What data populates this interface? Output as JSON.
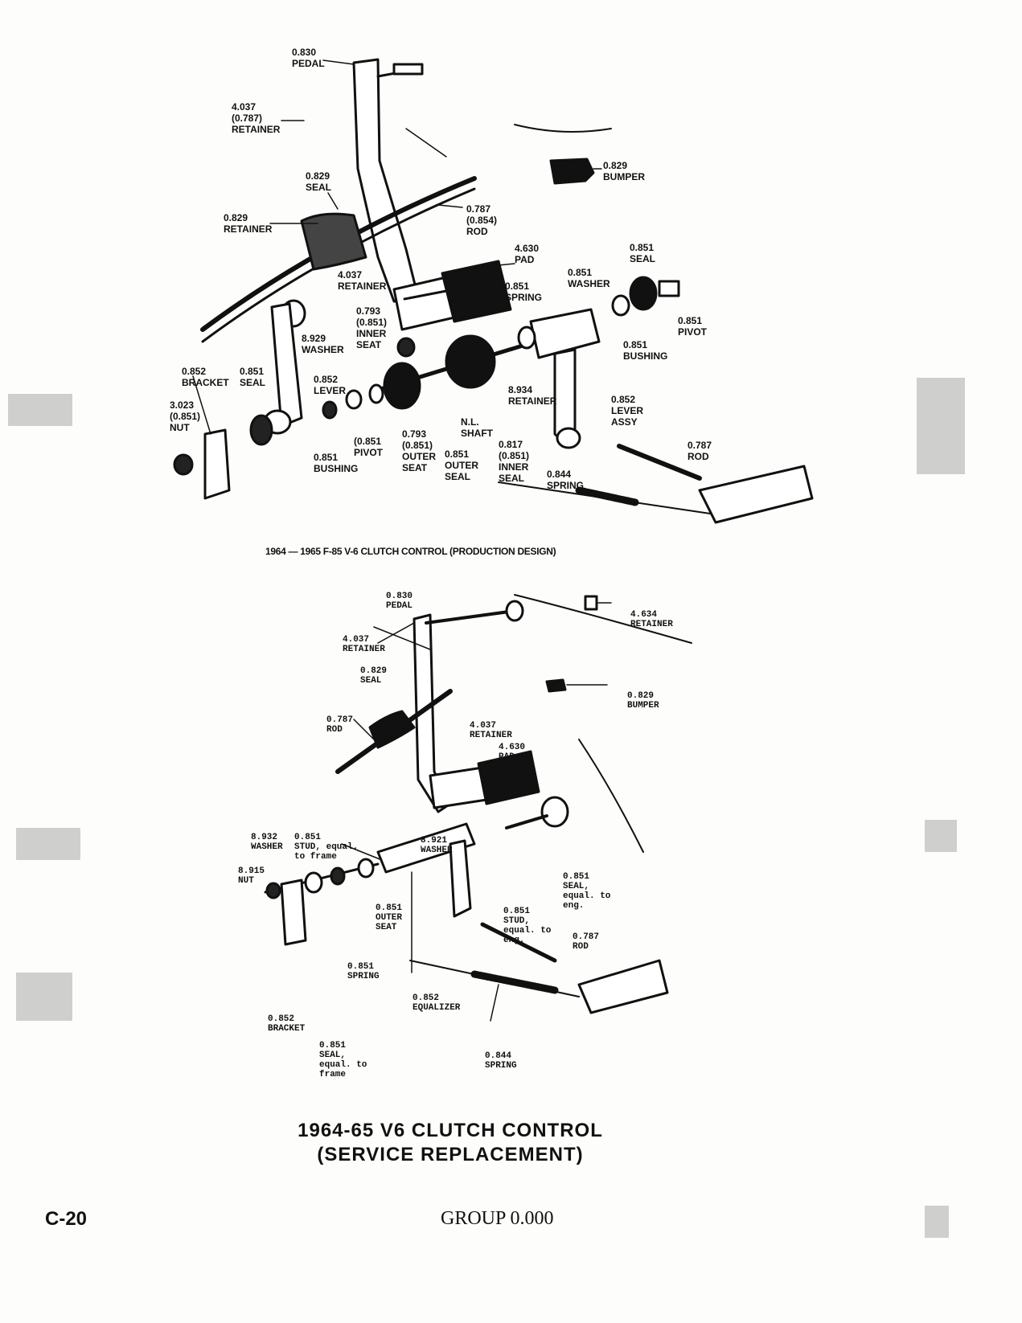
{
  "diagram_top": {
    "caption": "1964 — 1965 F-85 V-6 CLUTCH CONTROL (PRODUCTION DESIGN)",
    "labels": [
      {
        "id": "pedal",
        "text": "0.830\nPEDAL"
      },
      {
        "id": "retainer-4037",
        "text": "4.037\n(0.787)\nRETAINER"
      },
      {
        "id": "bumper",
        "text": "0.829\nBUMPER"
      },
      {
        "id": "seal-0829",
        "text": "0.829\nSEAL"
      },
      {
        "id": "retainer-0829",
        "text": "0.829\nRETAINER"
      },
      {
        "id": "rod-0787",
        "text": "0.787\n(0.854)\nROD"
      },
      {
        "id": "pad",
        "text": "4.630\nPAD"
      },
      {
        "id": "seal-0851-right",
        "text": "0.851\nSEAL"
      },
      {
        "id": "washer-0851",
        "text": "0.851\nWASHER"
      },
      {
        "id": "retainer-4037b",
        "text": "4.037\nRETAINER"
      },
      {
        "id": "spring-0851",
        "text": "0.851\nSPRING"
      },
      {
        "id": "pivot-0851-right",
        "text": "0.851\nPIVOT"
      },
      {
        "id": "inner-seat",
        "text": "0.793\n(0.851)\nINNER\nSEAT"
      },
      {
        "id": "washer-8929",
        "text": "8.929\nWASHER"
      },
      {
        "id": "bushing-0851-right",
        "text": "0.851\nBUSHING"
      },
      {
        "id": "bracket",
        "text": "0.852\nBRACKET"
      },
      {
        "id": "seal-0851-left",
        "text": "0.851\nSEAL"
      },
      {
        "id": "lever",
        "text": "0.852\nLEVER"
      },
      {
        "id": "retainer-8934",
        "text": "8.934\nRETAINER"
      },
      {
        "id": "lever-assy",
        "text": "0.852\nLEVER\nASSY"
      },
      {
        "id": "nut",
        "text": "3.023\n(0.851)\nNUT"
      },
      {
        "id": "shaft",
        "text": "N.L.\nSHAFT"
      },
      {
        "id": "rod-0787b",
        "text": "0.787\nROD"
      },
      {
        "id": "pivot-0851-left",
        "text": "(0.851\nPIVOT"
      },
      {
        "id": "outer-seat",
        "text": "0.793\n(0.851)\nOUTER\nSEAT"
      },
      {
        "id": "outer-seal",
        "text": "0.851\nOUTER\nSEAL"
      },
      {
        "id": "inner-seal",
        "text": "0.817\n(0.851)\nINNER\nSEAL"
      },
      {
        "id": "bushing-0851-left",
        "text": "0.851\nBUSHING"
      },
      {
        "id": "spring-0844",
        "text": "0.844\nSPRING"
      }
    ]
  },
  "diagram_bottom": {
    "caption_line1": "1964-65  V6  CLUTCH  CONTROL",
    "caption_line2": "(SERVICE  REPLACEMENT)",
    "labels": [
      {
        "id": "pedal",
        "text": "0.830\nPEDAL"
      },
      {
        "id": "retainer-4634",
        "text": "4.634\nRETAINER"
      },
      {
        "id": "retainer-4037",
        "text": "4.037\nRETAINER"
      },
      {
        "id": "seal-0829",
        "text": "0.829\nSEAL"
      },
      {
        "id": "bumper",
        "text": "0.829\nBUMPER"
      },
      {
        "id": "rod-0787",
        "text": "0.787\nROD"
      },
      {
        "id": "retainer-4037b",
        "text": "4.037\nRETAINER"
      },
      {
        "id": "pad",
        "text": "4.630\nPAD"
      },
      {
        "id": "washer-8932",
        "text": "8.932\nWASHER"
      },
      {
        "id": "stud-frame",
        "text": "0.851\nSTUD, equal.\nto frame"
      },
      {
        "id": "washer-8921",
        "text": "8.921\nWASHER"
      },
      {
        "id": "seal-eng",
        "text": "0.851\nSEAL,\nequal. to\neng."
      },
      {
        "id": "nut-8915",
        "text": "8.915\nNUT"
      },
      {
        "id": "outer-seat",
        "text": "0.851\nOUTER\nSEAT"
      },
      {
        "id": "stud-eng",
        "text": "0.851\nSTUD,\nequal. to\neng."
      },
      {
        "id": "rod-0787b",
        "text": "0.787\nROD"
      },
      {
        "id": "spring-0851",
        "text": "0.851\nSPRING"
      },
      {
        "id": "equalizer",
        "text": "0.852\nEQUALIZER"
      },
      {
        "id": "bracket",
        "text": "0.852\nBRACKET"
      },
      {
        "id": "seal-frame",
        "text": "0.851\nSEAL,\nequal. to\nframe"
      },
      {
        "id": "spring-0844",
        "text": "0.844\nSPRING"
      }
    ]
  },
  "footer": {
    "page_number": "C-20",
    "group": "GROUP 0.000"
  }
}
